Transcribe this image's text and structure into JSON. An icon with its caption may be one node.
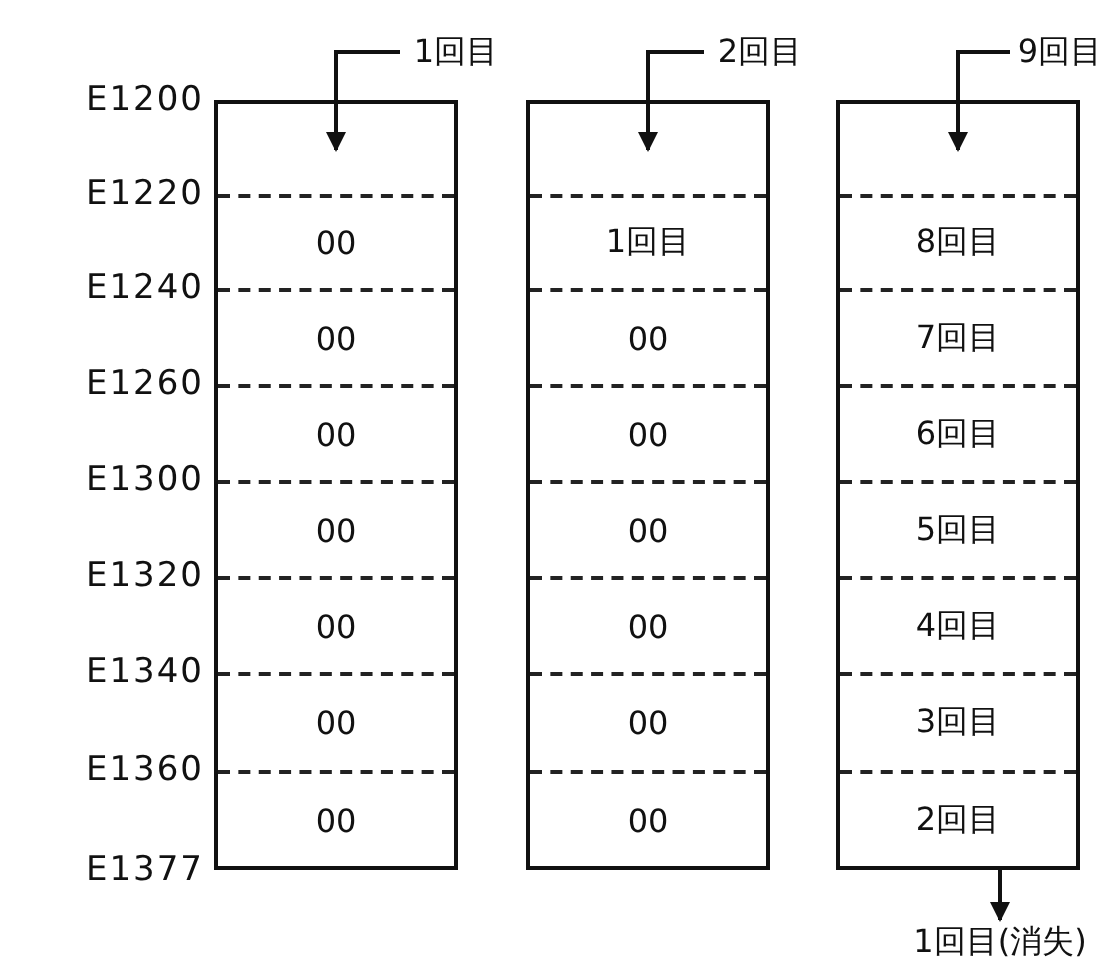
{
  "diagram": {
    "nodes": [
      {
        "text": [
          "1回目"
        ]
      },
      {
        "text": [],
        "shape": "box"
      },
      {
        "text": [
          "00"
        ],
        "in": 1
      },
      {
        "text": [
          "00"
        ],
        "in": 1
      },
      {
        "text": [
          "00"
        ],
        "in": 1
      },
      {
        "text": [
          "00"
        ],
        "in": 1
      },
      {
        "text": [
          "00"
        ],
        "in": 1
      },
      {
        "text": [
          "00"
        ],
        "in": 1
      },
      {
        "text": [
          "00"
        ],
        "in": 1
      },
      {
        "text": [
          "2回目"
        ]
      },
      {
        "text": [],
        "shape": "box"
      },
      {
        "text": [
          "1回目"
        ],
        "in": 10
      },
      {
        "text": [
          "00"
        ],
        "in": 10
      },
      {
        "text": [
          "00"
        ],
        "in": 10
      },
      {
        "text": [
          "00"
        ],
        "in": 10
      },
      {
        "text": [
          "00"
        ],
        "in": 10
      },
      {
        "text": [
          "00"
        ],
        "in": 10
      },
      {
        "text": [
          "00"
        ],
        "in": 10
      },
      {
        "text": [
          "9回目"
        ]
      },
      {
        "text": [],
        "shape": "box"
      },
      {
        "text": [
          "8回目"
        ],
        "in": 19
      },
      {
        "text": [
          "7回目"
        ],
        "in": 19
      },
      {
        "text": [
          "6回目"
        ],
        "in": 19
      },
      {
        "text": [
          "5回目"
        ],
        "in": 19
      },
      {
        "text": [
          "4回目"
        ],
        "in": 19
      },
      {
        "text": [
          "3回目"
        ],
        "in": 19
      },
      {
        "text": [
          "2回目"
        ],
        "in": 19
      },
      {
        "text": [
          "1回目(消失)"
        ]
      }
    ],
    "edges": [
      {
        "from": 0,
        "to": 1,
        "arrow": "to"
      },
      {
        "from": 9,
        "to": 10,
        "arrow": "to"
      },
      {
        "from": 18,
        "to": 19,
        "arrow": "to"
      },
      {
        "from": 26,
        "to": 27,
        "arrow": "to"
      }
    ],
    "labels": [
      "E1200",
      "E1220",
      "E1240",
      "E1260",
      "E1300",
      "E1320",
      "E1340",
      "E1360",
      "E1377"
    ]
  }
}
